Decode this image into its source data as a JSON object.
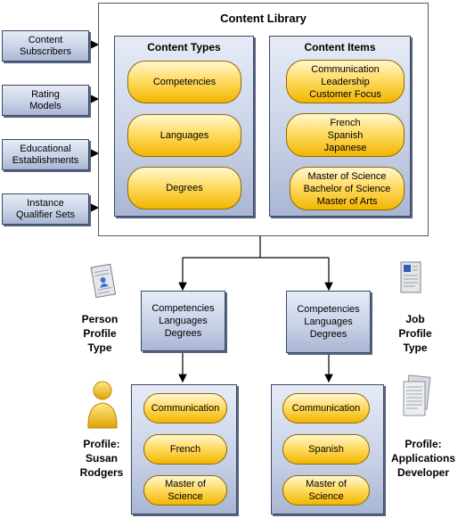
{
  "library": {
    "title": "Content Library"
  },
  "sources": [
    {
      "label": "Content\nSubscribers"
    },
    {
      "label": "Rating\nModels"
    },
    {
      "label": "Educational\nEstablishments"
    },
    {
      "label": "Instance\nQualifier Sets"
    }
  ],
  "content_types": {
    "title": "Content Types",
    "items": [
      "Competencies",
      "Languages",
      "Degrees"
    ]
  },
  "content_items": {
    "title": "Content Items",
    "items": [
      "Communication\nLeadership\nCustomer Focus",
      "French\nSpanish\nJapanese",
      "Master of Science\nBachelor of Science\nMaster of Arts"
    ]
  },
  "profile_types": [
    {
      "name": "Person\nProfile\nType",
      "icon": "person-profile-type-icon",
      "types": "Competencies\nLanguages\nDegrees"
    },
    {
      "name": "Job\nProfile\nType",
      "icon": "job-profile-type-icon",
      "types": "Competencies\nLanguages\nDegrees"
    }
  ],
  "profiles": [
    {
      "name": "Profile:\nSusan\nRodgers",
      "icon": "person-icon",
      "items": [
        "Communication",
        "French",
        "Master of\nScience"
      ]
    },
    {
      "name": "Profile:\nApplications\nDeveloper",
      "icon": "document-icon",
      "items": [
        "Communication",
        "Spanish",
        "Master of\nScience"
      ]
    }
  ],
  "colors": {
    "box_blue": "#c6d0e6",
    "pill_yellow": "#ffdc66",
    "line": "#000000"
  }
}
